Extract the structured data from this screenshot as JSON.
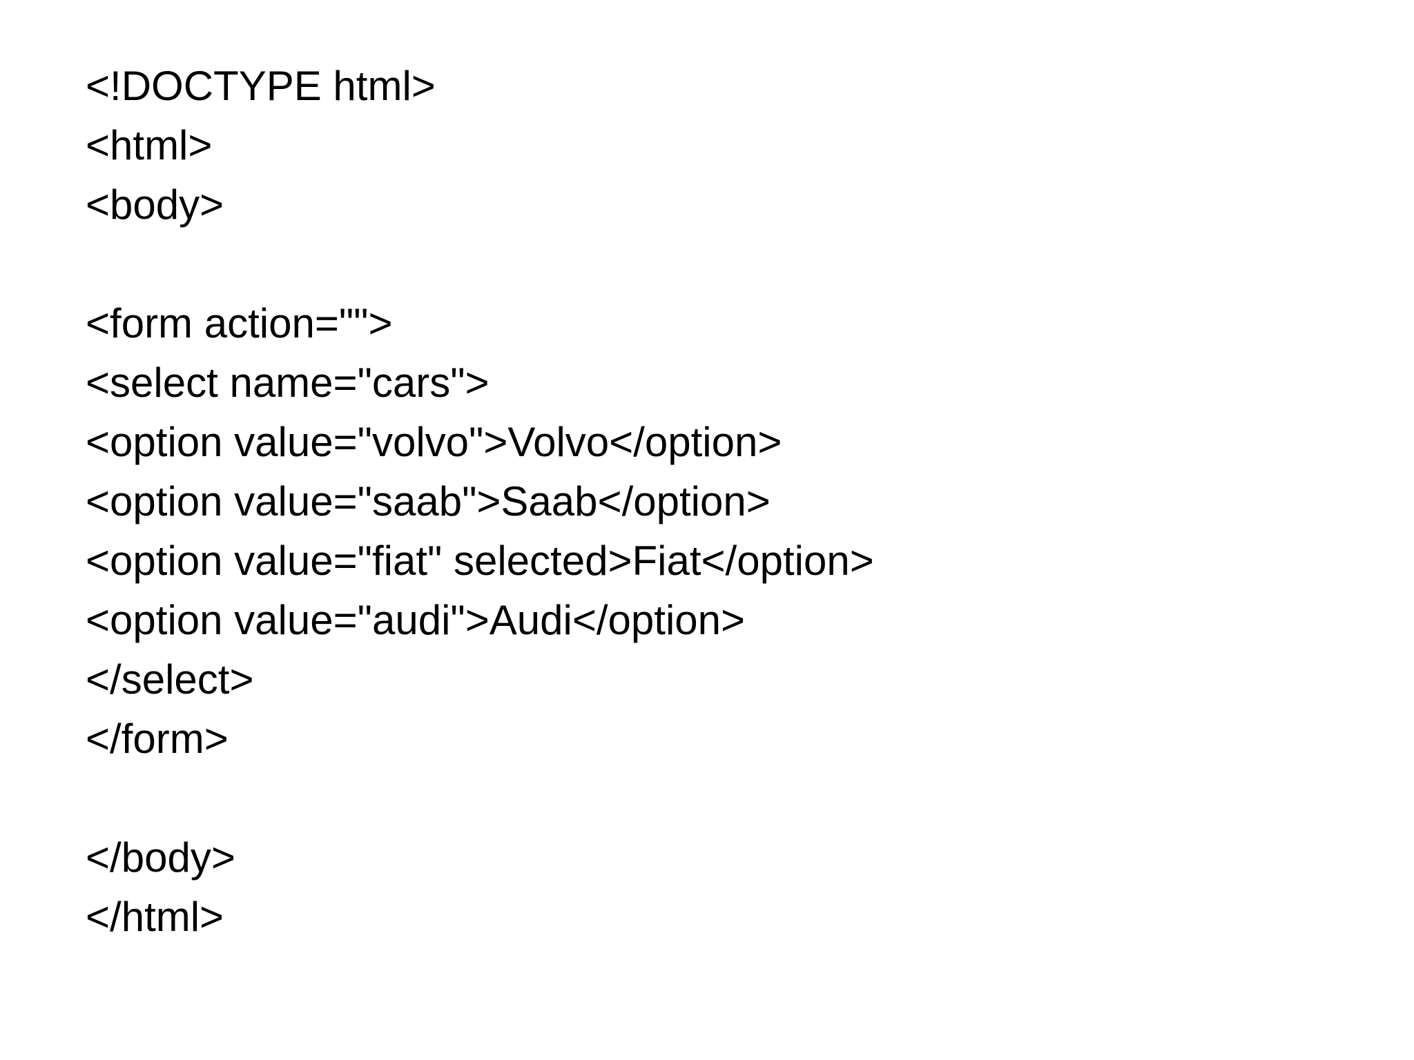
{
  "document": {
    "lines": [
      "<!DOCTYPE html>",
      "<html>",
      "<body>",
      "",
      "<form action=\"\">",
      "<select name=\"cars\">",
      "<option value=\"volvo\">Volvo</option>",
      "<option value=\"saab\">Saab</option>",
      "<option value=\"fiat\" selected>Fiat</option>",
      "<option value=\"audi\">Audi</option>",
      "</select>",
      "</form>",
      "",
      "</body>",
      "</html>"
    ]
  }
}
